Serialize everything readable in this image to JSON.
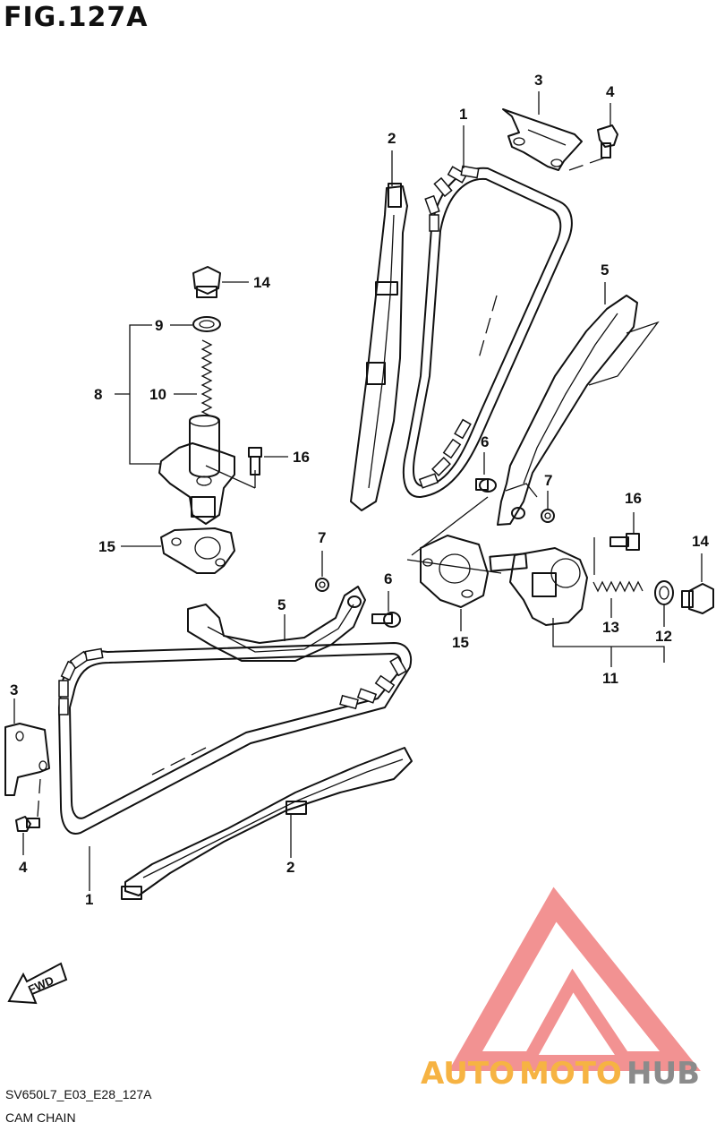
{
  "figure": {
    "title": "FIG.127A",
    "code": "SV650L7_E03_E28_127A",
    "name": "CAM CHAIN"
  },
  "watermark": {
    "brand_part1": "AUTO",
    "brand_part2": "MOTO",
    "brand_part3": "HUB",
    "color_red": "#f08080",
    "color_orange": "#f5a623",
    "color_gray": "#777777"
  },
  "fwd_label": "FWD",
  "callouts": {
    "c1_upper": "1",
    "c2_upper": "2",
    "c3_upper": "3",
    "c4_upper": "4",
    "c5_upper": "5",
    "c6_upper": "6",
    "c7_upper": "7",
    "c16_upper": "16",
    "c14_left": "14",
    "c9": "9",
    "c8": "8",
    "c10": "10",
    "c16_left": "16",
    "c15_left": "15",
    "c7_mid": "7",
    "c6_mid": "6",
    "c5_mid": "5",
    "c15_right": "15",
    "c14_right": "14",
    "c13": "13",
    "c12": "12",
    "c11": "11",
    "c3_lower": "3",
    "c4_lower": "4",
    "c2_lower": "2",
    "c1_lower": "1"
  }
}
